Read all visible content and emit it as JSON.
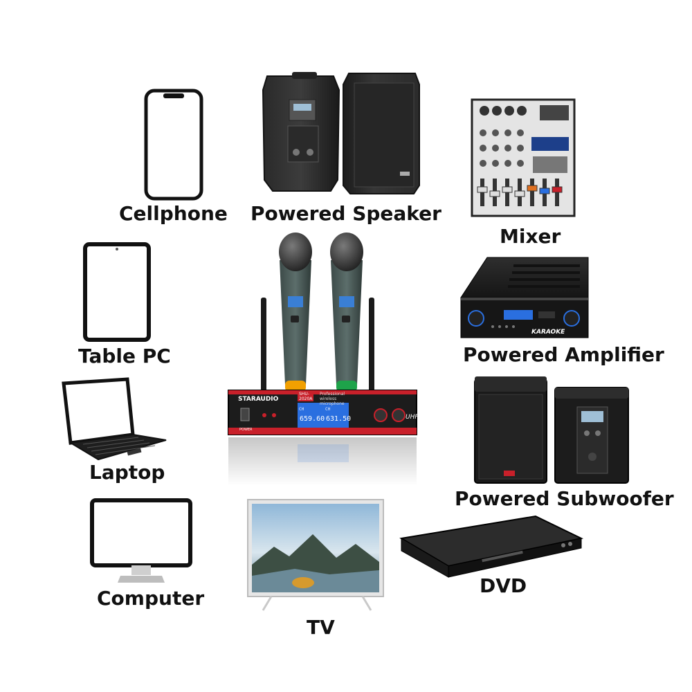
{
  "labels": {
    "cellphone": "Cellphone",
    "powered_speaker": "Powered Speaker",
    "mixer": "Mixer",
    "table_pc": "Table PC",
    "powered_amplifier": "Powered Amplifier",
    "laptop": "Laptop",
    "powered_subwoofer": "Powered Subwoofer",
    "computer": "Computer",
    "dvd": "DVD",
    "tv": "TV"
  },
  "receiver": {
    "brand": "STARAUDIO",
    "model": "SHU-2020A",
    "tagline": "Professional wireless microphone",
    "freq_a": "659.60",
    "freq_b": "631.50",
    "band": "UHF",
    "power_label": "POWER",
    "ch_label": "CH"
  },
  "amplifier": {
    "brand": "KARAOKE"
  },
  "colors": {
    "receiver_accent": "#c8202a",
    "display_blue": "#2a6fe0",
    "mic_a_tip": "#f2a000",
    "mic_b_tip": "#1ea34a",
    "tv_sky": "#8fb7d8"
  }
}
